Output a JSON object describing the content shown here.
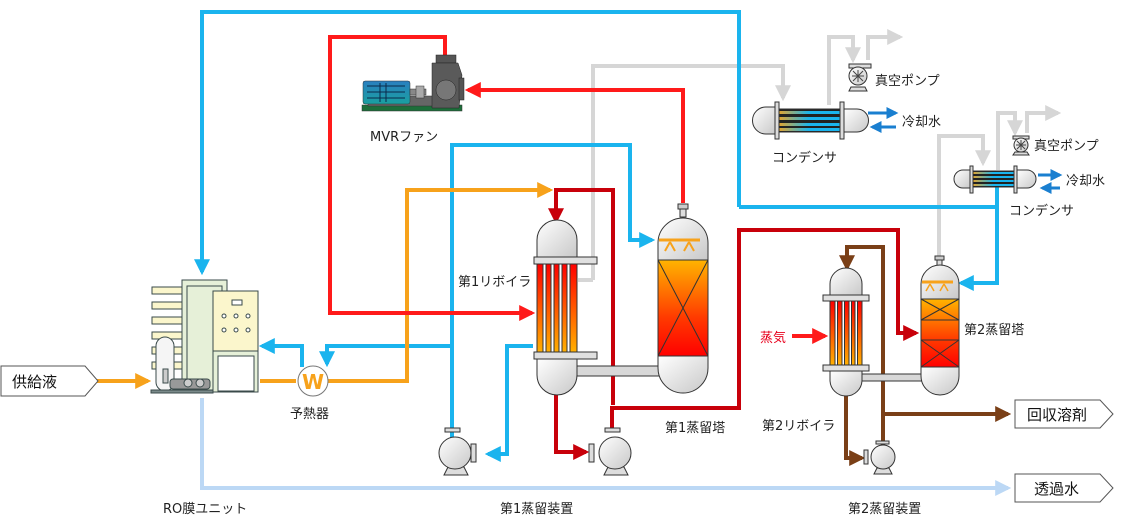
{
  "title": "MVR式溶剤回収プロセスフロー",
  "labels": {
    "feed": "供給液",
    "ro_unit": "RO膜ユニット",
    "preheater": "予熱器",
    "preheater_symbol": "W",
    "mvr_fan": "MVRファン",
    "reboiler1": "第1リボイラ",
    "column1": "第1蒸留塔",
    "unit1": "第1蒸留装置",
    "condenser1": "コンデンサ",
    "vacuum_pump1": "真空ポンプ",
    "cooling_water1": "冷却水",
    "condenser2": "コンデンサ",
    "vacuum_pump2": "真空ポンプ",
    "cooling_water2": "冷却水",
    "steam": "蒸気",
    "reboiler2": "第2リボイラ",
    "column2": "第2蒸留塔",
    "unit2": "第2蒸留装置",
    "recovered_solvent": "回収溶剤",
    "permeate": "透過水"
  },
  "colors": {
    "water_line": "#1ab4ee",
    "permeate_line": "#bcd8f5",
    "feed_line": "#f7a21b",
    "vapor_line": "#ff1a1a",
    "bottoms_line": "#c8000a",
    "solvent_line": "#7a3f17",
    "vent_line": "#d6d6d6",
    "cooling_line": "#1a7fd0"
  }
}
